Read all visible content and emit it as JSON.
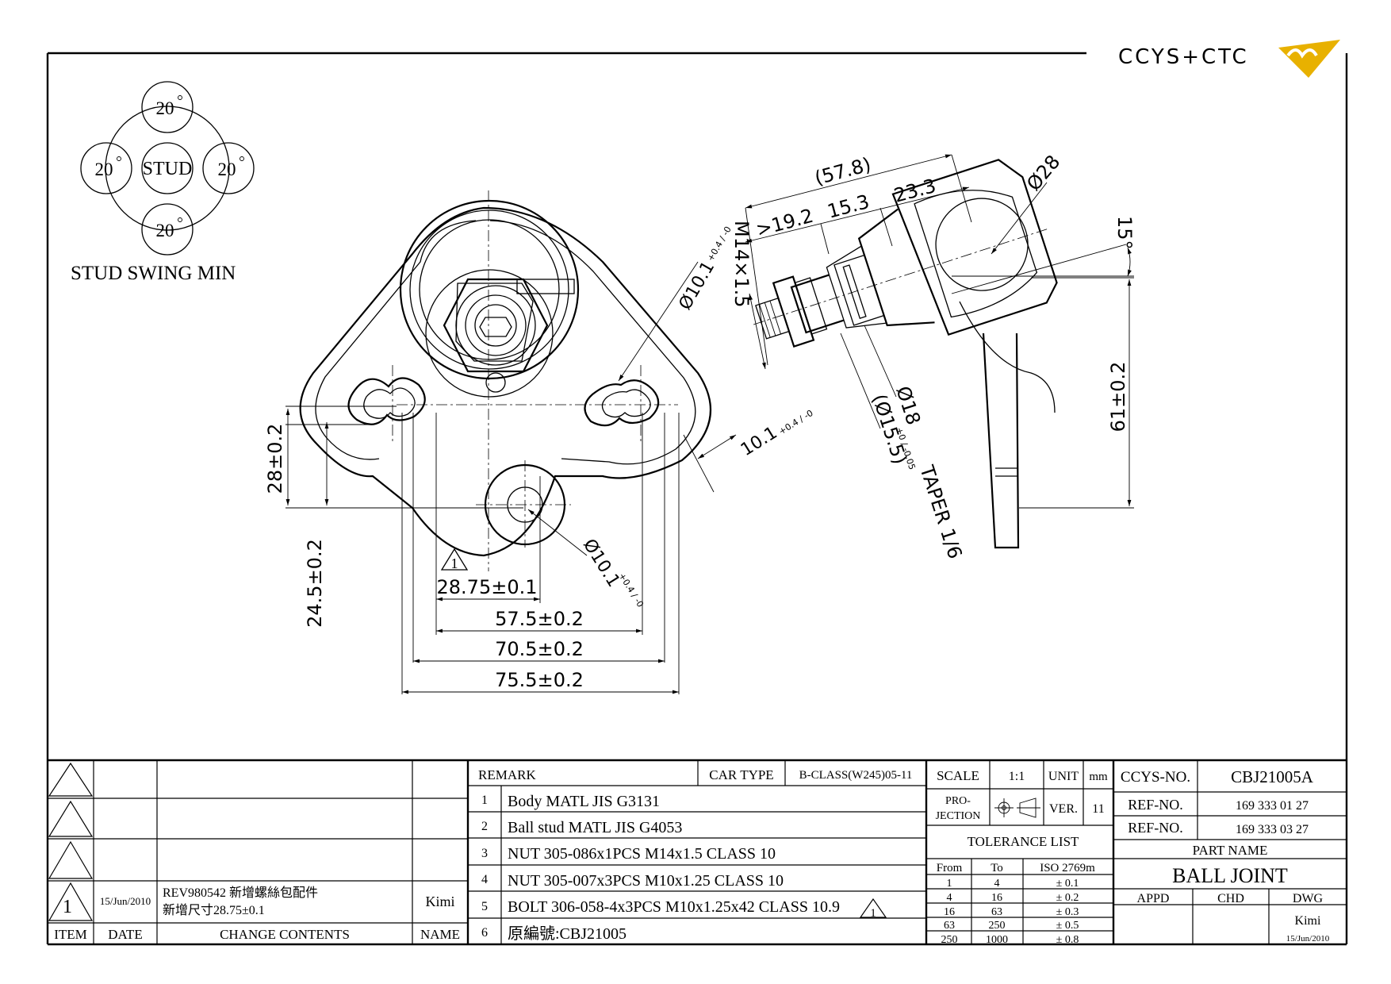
{
  "logo": {
    "text": "CCYS+CTC",
    "color": "#e8b100"
  },
  "swing": {
    "center_label": "STUD",
    "angles": [
      "20",
      "20",
      "20",
      "20"
    ],
    "caption": "STUD SWING MIN"
  },
  "front_view_dims": {
    "hole_dia_top": "Ø10.1",
    "hole_dia_top_tol": "+0.4 / -0",
    "hole_dia_bottom": "Ø10.1",
    "hole_dia_bottom_tol": "+0.4 / -0",
    "width_10_1": "10.1",
    "width_10_1_tol": "+0.4 / -0",
    "h_28": "28±0.2",
    "h_24_5": "24.5±0.2",
    "rev_mark": "1",
    "w_28_75": "28.75±0.1",
    "w_57_5": "57.5±0.2",
    "w_70_5": "70.5±0.2",
    "w_75_5": "75.5±0.2"
  },
  "side_view_dims": {
    "len_57_8": "(57.8)",
    "len_19_2": ">19.2",
    "len_15_3": "15.3",
    "len_23_3": "23.3",
    "dia_28": "Ø28",
    "thread": "M14×1.5",
    "angle_15": "15°",
    "h_61": "61±0.2",
    "dia_18": "Ø18",
    "dia_18_tol": "+0 / -0.05",
    "dia_15_5": "(Ø15.5)",
    "taper": "TAPER 1/6"
  },
  "revision_block": {
    "rows": [
      {
        "item": "",
        "date": "",
        "content": "",
        "name": ""
      },
      {
        "item": "",
        "date": "",
        "content": "",
        "name": ""
      },
      {
        "item": "",
        "date": "",
        "content": "",
        "name": ""
      },
      {
        "item": "1",
        "date": "15/Jun/2010",
        "content_line1": "REV980542 新增螺絲包配件",
        "content_line2": "新增尺寸28.75±0.1",
        "name": "Kimi"
      }
    ],
    "headers": {
      "item": "ITEM",
      "date": "DATE",
      "content": "CHANGE CONTENTS",
      "name": "NAME"
    }
  },
  "remarks": {
    "title": "REMARK",
    "car_type_label": "CAR TYPE",
    "car_type_value": "B-CLASS(W245)05-11",
    "items": [
      {
        "no": "1",
        "text": "Body MATL JIS G3131"
      },
      {
        "no": "2",
        "text": "Ball stud MATL JIS G4053"
      },
      {
        "no": "3",
        "text": "NUT 305-086x1PCS M14x1.5 CLASS 10"
      },
      {
        "no": "4",
        "text": "NUT 305-007x3PCS M10x1.25 CLASS 10"
      },
      {
        "no": "5",
        "text": "BOLT 306-058-4x3PCS M10x1.25x42 CLASS 10.9",
        "rev": "1"
      },
      {
        "no": "6",
        "text": "原編號:CBJ21005"
      }
    ]
  },
  "spec": {
    "scale_label": "SCALE",
    "scale_value": "1:1",
    "unit_label": "UNIT",
    "unit_value": "mm",
    "projection_label_1": "PRO-",
    "projection_label_2": "JECTION",
    "ver_label": "VER.",
    "ver_value": "11",
    "tolerance_title": "TOLERANCE LIST",
    "tol_headers": {
      "from": "From",
      "to": "To",
      "iso": "ISO 2769m"
    },
    "tolerances": [
      {
        "from": "1",
        "to": "4",
        "tol": "± 0.1"
      },
      {
        "from": "4",
        "to": "16",
        "tol": "± 0.2"
      },
      {
        "from": "16",
        "to": "63",
        "tol": "± 0.3"
      },
      {
        "from": "63",
        "to": "250",
        "tol": "± 0.5"
      },
      {
        "from": "250",
        "to": "1000",
        "tol": "± 0.8"
      }
    ]
  },
  "title_block": {
    "ccys_label": "CCYS-NO.",
    "ccys_value": "CBJ21005A",
    "ref_label_1": "REF-NO.",
    "ref_value_1": "169 333 01 27",
    "ref_label_2": "REF-NO.",
    "ref_value_2": "169 333 03 27",
    "part_name_label": "PART NAME",
    "part_name_value": "BALL JOINT",
    "appd": "APPD",
    "chd": "CHD",
    "dwg": "DWG",
    "dwg_name": "Kimi",
    "dwg_date": "15/Jun/2010"
  }
}
